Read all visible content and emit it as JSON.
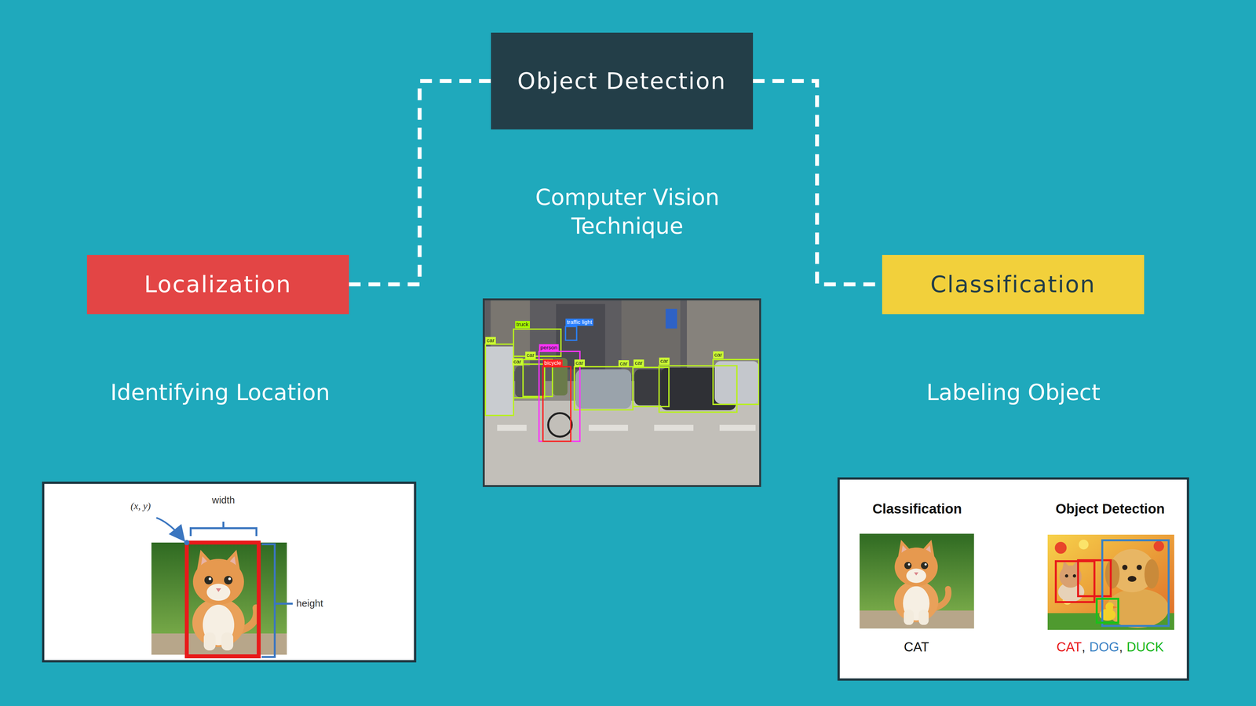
{
  "diagram": {
    "nodes": [
      {
        "text": [
          "Object Detection"
        ]
      },
      {
        "text": [
          "Localization"
        ]
      },
      {
        "text": [
          "Classification"
        ]
      }
    ],
    "edges": [
      {
        "from": 0,
        "to": 1,
        "arrow": "none"
      },
      {
        "from": 0,
        "to": 2,
        "arrow": "none"
      }
    ],
    "labels": [
      "Computer Vision Technique",
      "Identifying Location",
      "Labeling Object",
      "(x, y)",
      "width",
      "height",
      "truck",
      "traffic light",
      "car",
      "car",
      "car",
      "car",
      "car",
      "car",
      "car",
      "car",
      "person",
      "bicycle",
      "Classification",
      "Object Detection",
      "CAT",
      "CAT",
      ",",
      "DOG",
      ",",
      "DUCK"
    ]
  }
}
